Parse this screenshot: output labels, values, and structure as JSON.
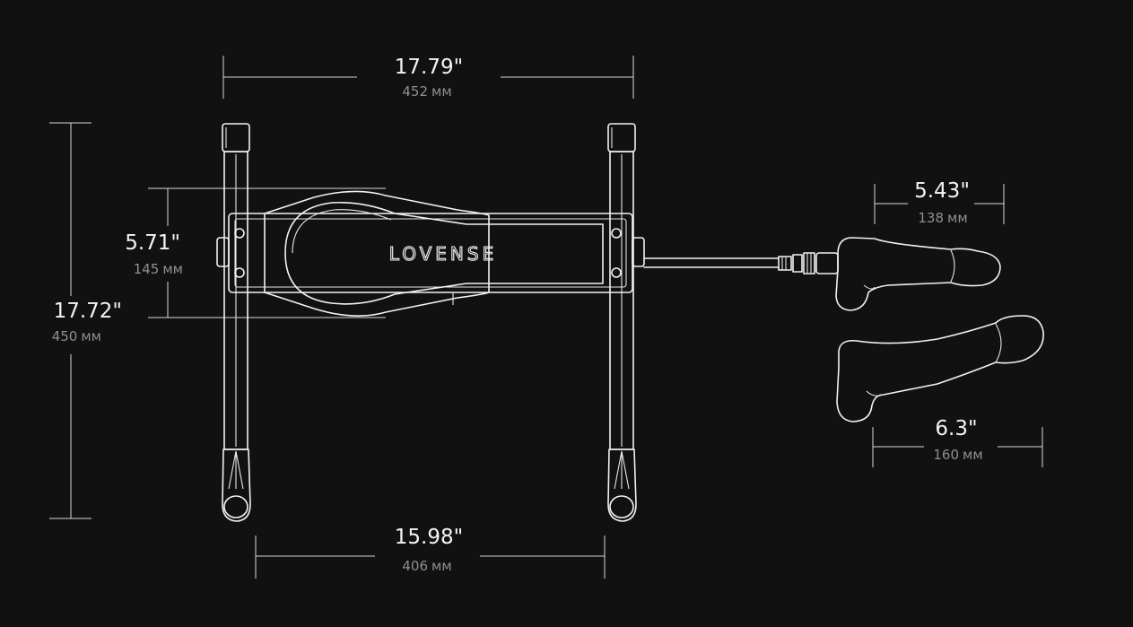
{
  "dimensions": {
    "top_width": {
      "inches": "17.79\"",
      "mm_value": "452",
      "mm_unit": "мм"
    },
    "bottom_width": {
      "inches": "15.98\"",
      "mm_value": "406",
      "mm_unit": "мм"
    },
    "total_height": {
      "inches": "17.72\"",
      "mm_value": "450",
      "mm_unit": "мм"
    },
    "head_height": {
      "inches": "5.71\"",
      "mm_value": "145",
      "mm_unit": "мм"
    },
    "toy_width": {
      "inches": "5.43\"",
      "mm_value": "138",
      "mm_unit": "мм"
    },
    "toy_length": {
      "inches": "6.3\"",
      "mm_value": "160",
      "mm_unit": "мм"
    }
  },
  "brand": {
    "logo_text": "LOVENSE"
  },
  "colors": {
    "background": "#111111",
    "outline": "#f2f2f2",
    "primary_text": "#f4f4f4",
    "secondary_text": "#8f8f8f"
  }
}
